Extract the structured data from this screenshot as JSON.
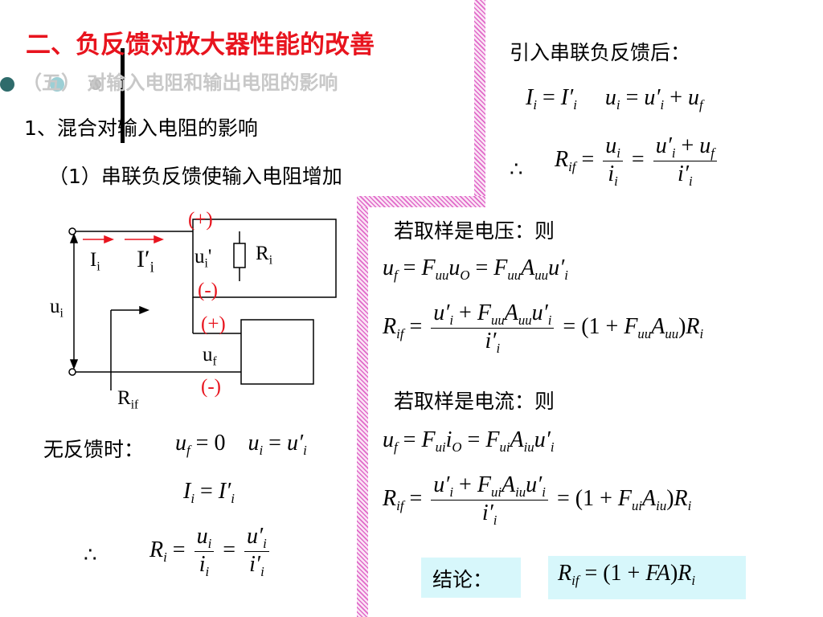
{
  "header": {
    "title": "二、负反馈对放大器性能的改善",
    "subtitle": "（五）  对输入电阻和输出电阻的影响"
  },
  "left": {
    "section": "1、混合对输入电阻的影响",
    "subsection": "（1）串联负反馈使输入电阻增加",
    "no_feedback_label": "无反馈时：",
    "therefore": "∴"
  },
  "circuit": {
    "plus_top": "(+)",
    "minus_top": "(-)",
    "plus_bottom": "(+)",
    "minus_bottom": "(-)",
    "ii": "I",
    "ii_sub": "i",
    "ii_prime": "I′",
    "ii_prime_sub": "i",
    "ui_prime": "u",
    "ui_prime_sub": "i",
    "ui_prime_mark": "'",
    "ri": "R",
    "ri_sub": "i",
    "ui": "u",
    "ui_sub": "i",
    "uf": "u",
    "uf_sub": "f",
    "rif": "R",
    "rif_sub": "if"
  },
  "right": {
    "intro": "引入串联负反馈后：",
    "therefore": "∴",
    "voltage_sampling": "若取样是电压：则",
    "current_sampling": "若取样是电流：则",
    "conclusion_label": "结论："
  },
  "colors": {
    "title_red": "#e8141e",
    "subtitle_gray": "#c8c8c8",
    "divider_magenta": "#e06ac8",
    "conclusion_cyan": "#d7f7fb",
    "arrow_red": "#e8141e",
    "dot_teal": "#2e6b6b",
    "dot_light": "#9ccfd5",
    "dot_gray": "#bbbbbb"
  }
}
